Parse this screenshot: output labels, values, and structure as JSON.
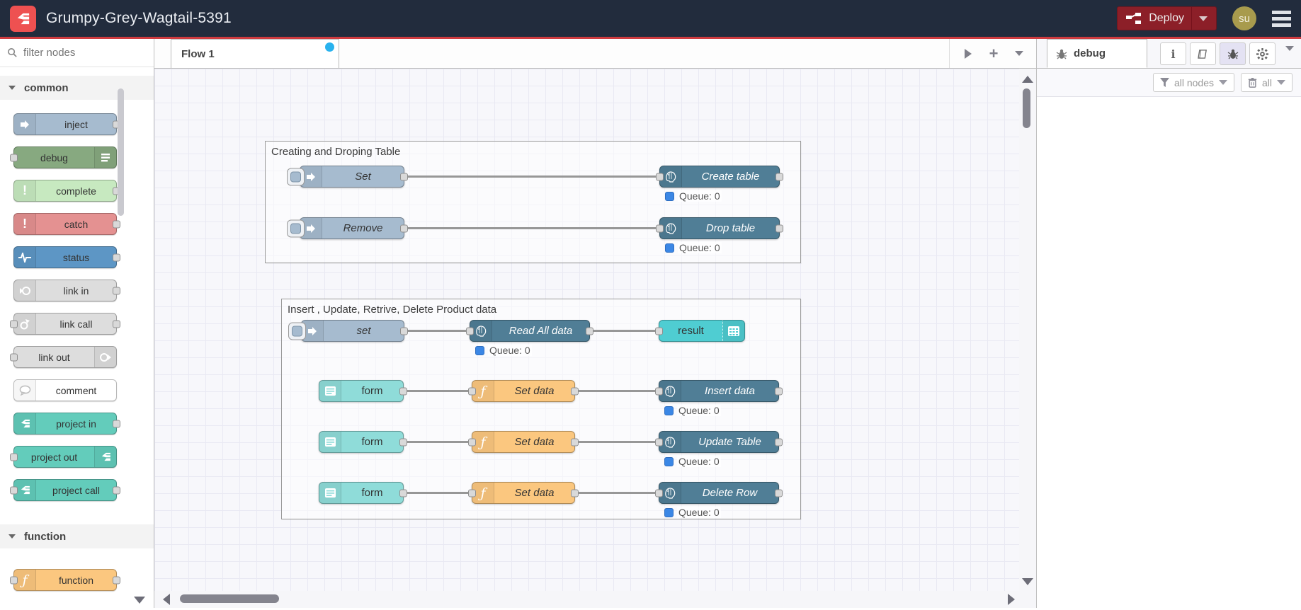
{
  "header": {
    "title": "Grumpy-Grey-Wagtail-5391",
    "deploy_label": "Deploy",
    "avatar_initials": "su"
  },
  "palette": {
    "filter_placeholder": "filter nodes",
    "categories": [
      {
        "label": "common",
        "items": [
          {
            "label": "inject"
          },
          {
            "label": "debug"
          },
          {
            "label": "complete"
          },
          {
            "label": "catch"
          },
          {
            "label": "status"
          },
          {
            "label": "link in"
          },
          {
            "label": "link call"
          },
          {
            "label": "link out"
          },
          {
            "label": "comment"
          },
          {
            "label": "project in"
          },
          {
            "label": "project out"
          },
          {
            "label": "project call"
          }
        ]
      },
      {
        "label": "function",
        "items": [
          {
            "label": "function"
          }
        ]
      }
    ]
  },
  "tabbar": {
    "tabs": [
      {
        "label": "Flow 1"
      }
    ]
  },
  "canvas": {
    "groups": [
      {
        "title": "Creating and Droping Table"
      },
      {
        "title": "Insert , Update, Retrive, Delete Product data"
      }
    ],
    "nodes": {
      "set1": "Set",
      "create_table": "Create table",
      "remove": "Remove",
      "drop_table": "Drop table",
      "set2": "set",
      "read_all": "Read All data",
      "result": "result",
      "form": "form",
      "set_data": "Set data",
      "insert": "Insert data",
      "update": "Update Table",
      "delete": "Delete Row"
    },
    "queue_label": "Queue: 0"
  },
  "sidebar": {
    "tab_label": "debug",
    "filter_button": "all nodes",
    "trash_button": "all"
  },
  "colors": {
    "header_bg": "#222c3d",
    "accent_red_line": "#cf3b3f",
    "logo_red": "#ee5151",
    "deploy_red": "#8c1f28",
    "avatar_gold": "#a89b4d",
    "inject": "#a6bbcf",
    "debug": "#87a980",
    "complete": "#c7e9c0",
    "catch": "#e49191",
    "status": "#5d96c5",
    "link": "#dddddd",
    "comment": "#ffffff",
    "project": "#63ccbb",
    "function": "#fbc77f",
    "postgres": "#507e96",
    "table": "#4fcdd2",
    "form": "#8fdcd9",
    "queue_dot": "#3b87e5",
    "tab_dirty_dot": "#29b2ee"
  }
}
